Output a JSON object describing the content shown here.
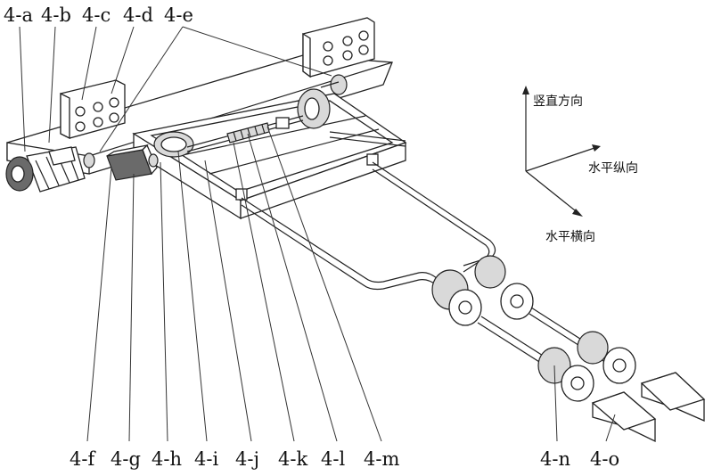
{
  "labels": {
    "a": "4-a",
    "b": "4-b",
    "c": "4-c",
    "d": "4-d",
    "e": "4-e",
    "f": "4-f",
    "g": "4-g",
    "h": "4-h",
    "i": "4-i",
    "j": "4-j",
    "k": "4-k",
    "l": "4-l",
    "m": "4-m",
    "n": "4-n",
    "o": "4-o"
  },
  "axes": {
    "vertical": "竖直方向",
    "longitudinal": "水平纵向",
    "transverse": "水平横向"
  }
}
